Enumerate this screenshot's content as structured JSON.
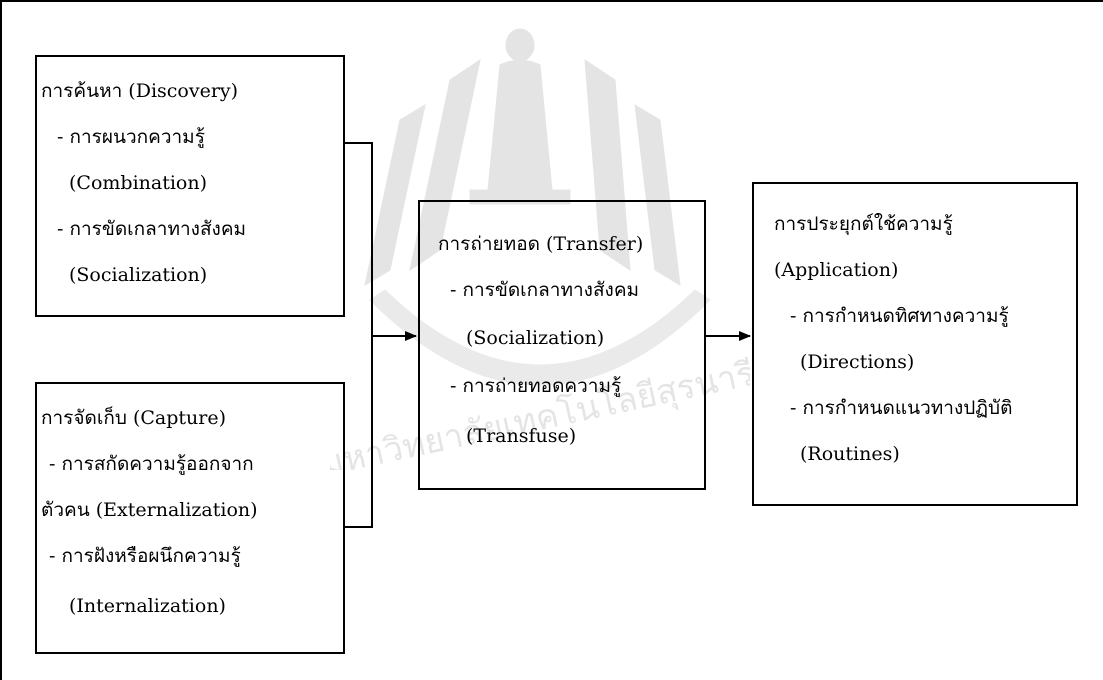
{
  "boxes": {
    "discovery": {
      "title": "การค้นหา (Discovery)",
      "items": [
        "- การผนวกความรู้",
        "(Combination)",
        "- การขัดเกลาทางสังคม",
        "(Socialization)"
      ]
    },
    "capture": {
      "title": "การจัดเก็บ (Capture)",
      "items": [
        "- การสกัดความรู้ออกจาก",
        "ตัวคน (Externalization)",
        "- การฝังหรือผนึกความรู้",
        "(Internalization)"
      ]
    },
    "transfer": {
      "title": "การถ่ายทอด (Transfer)",
      "items": [
        "- การขัดเกลาทางสังคม",
        "(Socialization)",
        "- การถ่ายทอดความรู้",
        "(Transfuse)"
      ]
    },
    "application": {
      "title": "การประยุกต์ใช้ความรู้",
      "items": [
        "(Application)",
        "- การกำหนดทิศทางความรู้",
        "(Directions)",
        "- การกำหนดแนวทางปฏิบัติ",
        "(Routines)"
      ]
    }
  },
  "watermark": {
    "text": "มหาวิทยาลัยเทคโนโลยีสุรนารี",
    "color": "#000000"
  }
}
